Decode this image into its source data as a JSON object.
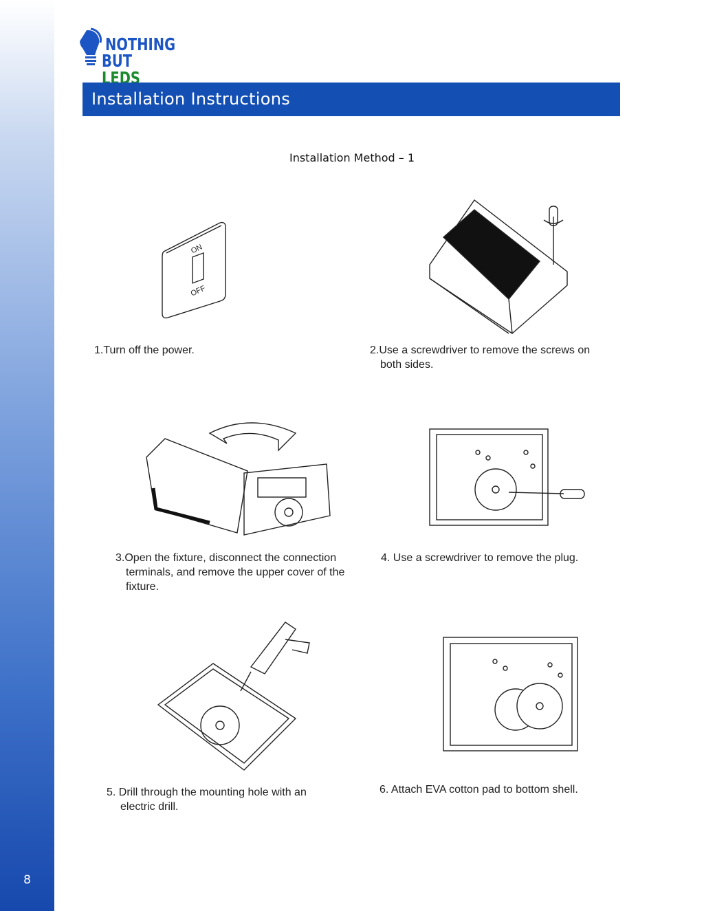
{
  "brand": {
    "logo_line1": "NOTHING",
    "logo_line2a": "BUT",
    "logo_line2b": "LEDS",
    "blue": "#1c55c4",
    "green": "#1a8a2c"
  },
  "header": {
    "title": "Installation  Instructions",
    "color": "#1450b4"
  },
  "method_title": "Installation Method  – 1",
  "switch_labels": {
    "on": "ON",
    "off": "OFF"
  },
  "steps": [
    {
      "line1": "1.Turn off the power.",
      "line2": ""
    },
    {
      "line1": "2.Use a screwdriver to remove the screws on",
      "line2": "both sides."
    },
    {
      "line1": "3.Open the fixture, disconnect the connection",
      "line2": "terminals, and remove the upper cover of the",
      "line3": "fixture."
    },
    {
      "line1": "4. Use a screwdriver to remove the plug.",
      "line2": ""
    },
    {
      "line1": "5. Drill through the mounting hole with an",
      "line2": "electric drill."
    },
    {
      "line1": "6. Attach EVA cotton pad to bottom shell.",
      "line2": ""
    }
  ],
  "page_number": "8"
}
